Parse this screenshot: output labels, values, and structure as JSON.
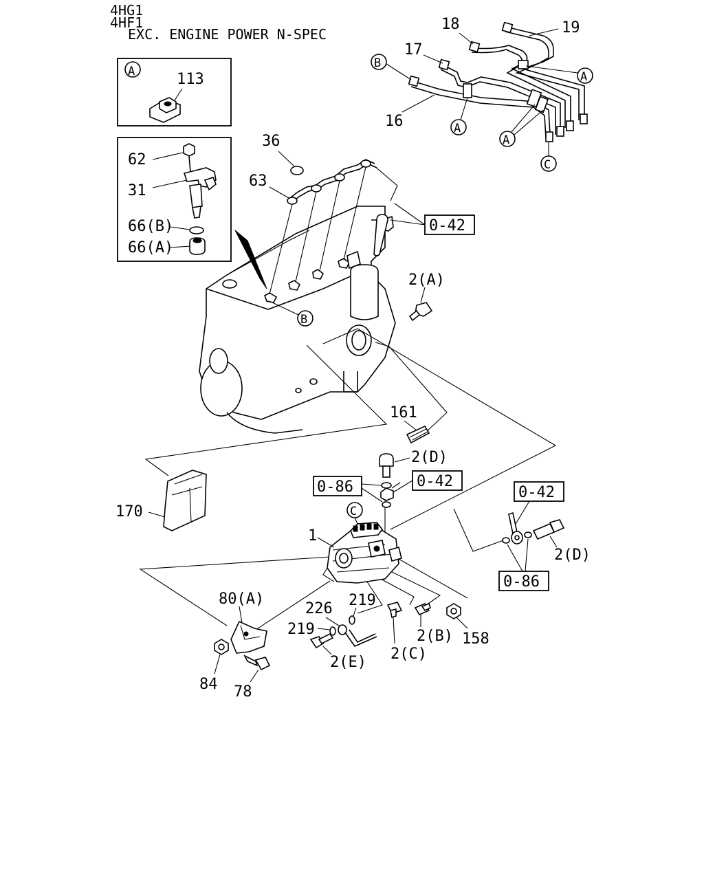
{
  "header": {
    "line1": "4HG1",
    "line2": "4HF1",
    "line3": "EXC. ENGINE POWER N-SPEC"
  },
  "inset_a": {
    "circle_letter": "A",
    "part_number": "113"
  },
  "inset_injector": {
    "labels": [
      "62",
      "31",
      "66(B)",
      "66(A)"
    ]
  },
  "part_labels": {
    "p18": "18",
    "p19": "19",
    "p17": "17",
    "p16": "16",
    "p36": "36",
    "p63": "63",
    "p2a": "2(A)",
    "p161": "161",
    "p2d_top": "2(D)",
    "p170": "170",
    "p1": "1",
    "p2d_right": "2(D)",
    "p80a": "80(A)",
    "p219_upper": "219",
    "p226": "226",
    "p219_lower": "219",
    "p2e": "2(E)",
    "p2c": "2(C)",
    "p2b": "2(B)",
    "p158": "158",
    "p84": "84",
    "p78": "78"
  },
  "circle_refs": {
    "a_top_right": "A",
    "a_pipe_clamp": "A",
    "a_pipe_clamp_lower": "A",
    "b_pipe": "B",
    "c_pipe": "C",
    "b_engine": "B",
    "c_pump": "C"
  },
  "ref_boxes": {
    "r042_top": "0-42",
    "r086_left": "0-86",
    "r042_mid": "0-42",
    "r042_right": "0-42",
    "r086_right": "0-86"
  }
}
